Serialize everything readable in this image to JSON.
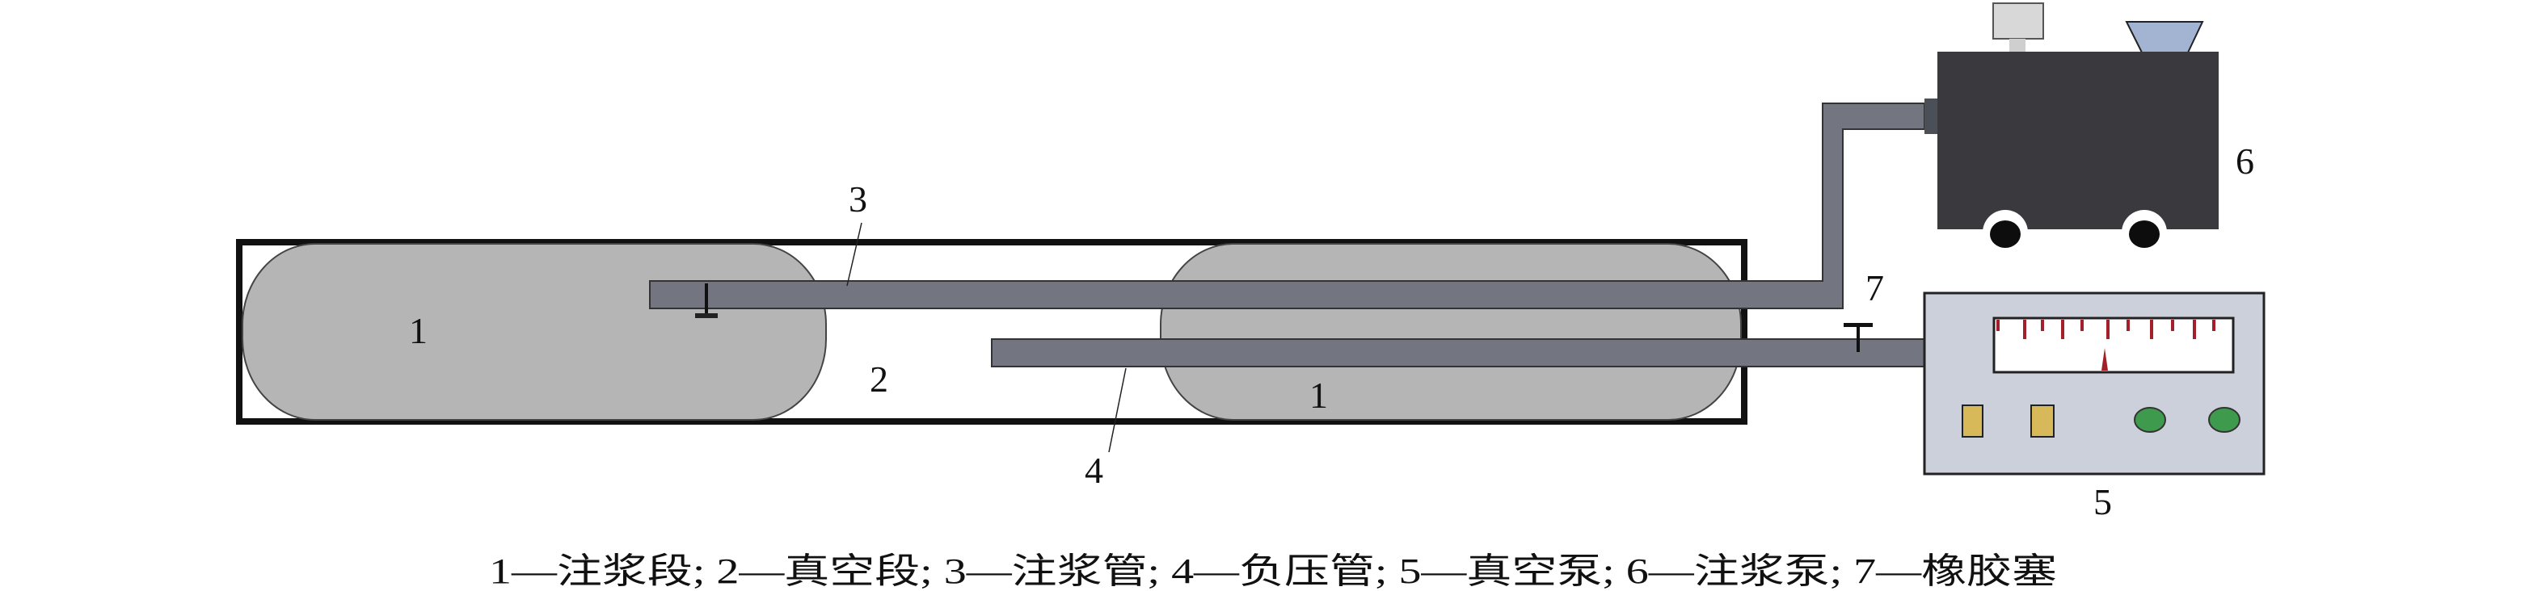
{
  "labels": {
    "grouting_section_left": "1",
    "grouting_section_right": "1",
    "vacuum_section": "2",
    "grouting_pipe": "3",
    "negative_pressure_pipe": "4",
    "vacuum_pump": "5",
    "grouting_pump": "6",
    "rubber_plug": "7"
  },
  "caption": "1—注浆段; 2—真空段; 3—注浆管; 4—负压管; 5—真空泵; 6—注浆泵; 7—橡胶塞",
  "colors": {
    "packer": "#b6b5b6",
    "pipe": "#737680",
    "pump_body": "#3a393e",
    "vacuum_pump_body": "#ccd0db",
    "gauge_tick": "#a3202a",
    "button_yellow": "#d7b95a",
    "button_green": "#3e9a4c",
    "funnel": "#a3b4d3",
    "monitor": "#d8d8d8"
  }
}
